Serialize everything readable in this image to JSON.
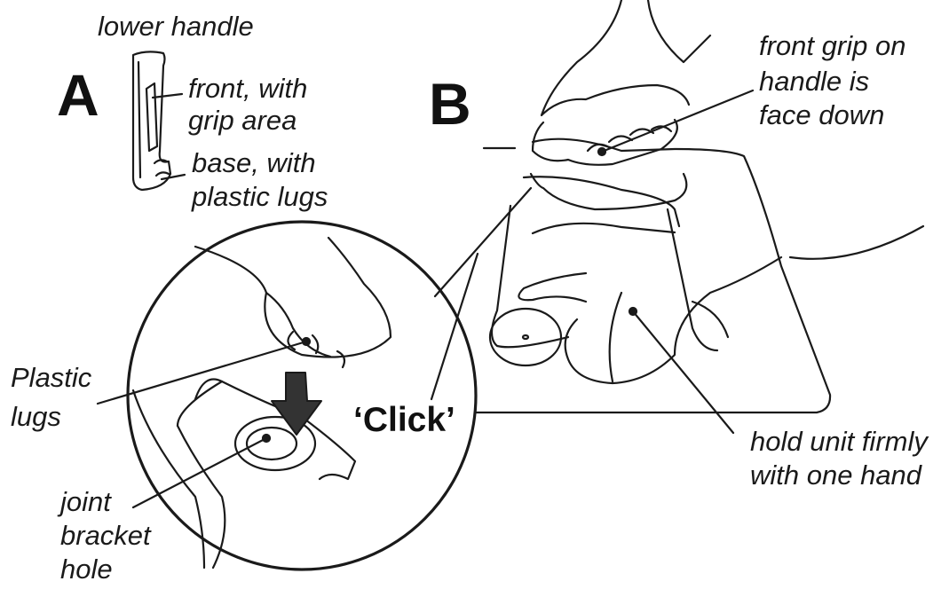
{
  "panel_a": {
    "letter": "A",
    "title": "lower handle",
    "label_front": [
      "front, with",
      "grip area"
    ],
    "label_base": [
      "base, with",
      "plastic lugs"
    ]
  },
  "panel_b": {
    "letter": "B",
    "label_grip": [
      "front grip on",
      "handle is",
      "face down"
    ],
    "label_hold": [
      "hold unit firmly",
      "with one hand"
    ]
  },
  "detail": {
    "click": "‘Click’",
    "label_lugs": [
      "Plastic",
      "lugs"
    ],
    "label_hole": [
      "joint",
      "bracket",
      "hole"
    ]
  },
  "colors": {
    "ink": "#1a1a1a",
    "arrow": "#333333",
    "background": "#ffffff"
  }
}
